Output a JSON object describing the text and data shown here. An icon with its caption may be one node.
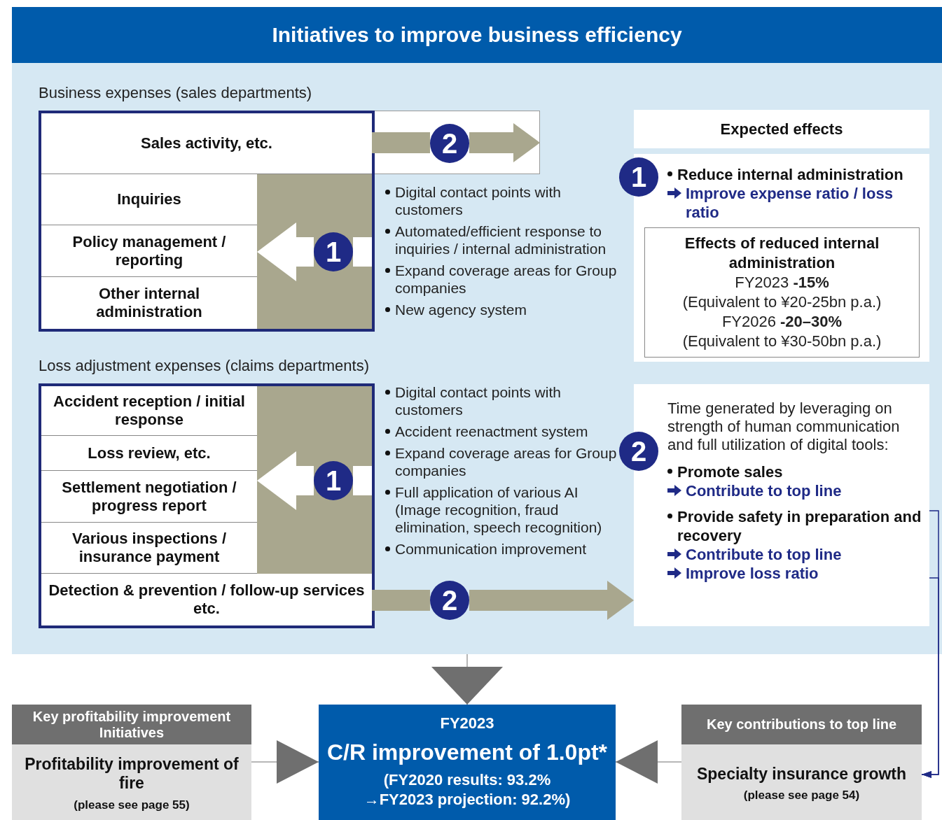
{
  "diagram": {
    "nodes": [
      {
        "text": [
          "Initiatives to improve business efficiency"
        ]
      },
      {
        "text": [
          "Business expenses (sales departments)"
        ],
        "in": 0
      },
      {
        "text": [
          "Sales activity, etc."
        ],
        "in": 1
      },
      {
        "text": [
          "Inquiries"
        ],
        "in": 1
      },
      {
        "text": [
          "Policy management / reporting"
        ],
        "in": 1
      },
      {
        "text": [
          "Other internal administration"
        ],
        "in": 1
      },
      {
        "text": [
          "Expected effects"
        ],
        "in": 0
      },
      {
        "text": [
          "Reduce internal administration",
          "Improve expense ratio / loss ratio"
        ],
        "in": 0
      },
      {
        "text": [
          "1"
        ],
        "in": 0
      },
      {
        "text": [
          "Effects of reduced internal administration",
          "FY2023 **-15%**",
          "(Equivalent to ¥20-25bn p.a.)",
          "FY2026 **-20–30%**",
          "(Equivalent to ¥30-50bn p.a.)"
        ],
        "in": 7
      },
      {
        "text": [
          "Loss adjustment expenses (claims departments)"
        ],
        "in": 0
      },
      {
        "text": [
          "Accident reception / initial response"
        ],
        "in": 10
      },
      {
        "text": [
          "Loss review, etc."
        ],
        "in": 10
      },
      {
        "text": [
          "Settlement negotiation / progress report"
        ],
        "in": 10
      },
      {
        "text": [
          "Various inspections / insurance payment"
        ],
        "in": 10
      },
      {
        "text": [
          "Detection & prevention / follow-up services etc."
        ],
        "in": 10
      },
      {
        "text": [
          "Time generated by leveraging on strength of human communication and full utilization of digital tools:",
          "Promote sales",
          "Contribute to top line",
          "Provide safety in preparation and recovery",
          "Contribute to top line",
          "Improve loss ratio"
        ],
        "in": 0
      },
      {
        "text": [
          "2"
        ],
        "in": 0
      },
      {
        "text": [
          "Key profitability improvement Initiatives",
          "Profitability improvement of fire",
          "(please see page 55)"
        ]
      },
      {
        "text": [
          "FY2023",
          "C/R improvement of 1.0pt*",
          "(FY2020 results: 93.2% →FY2023 projection: 92.2%)"
        ]
      },
      {
        "text": [
          "Key contributions to top line",
          "Specialty insurance growth",
          "(please see page 54)"
        ]
      },
      {
        "text": [
          "2"
        ],
        "in": 25
      },
      {
        "text": [
          "1"
        ],
        "in": 1
      },
      {
        "text": [
          "1"
        ],
        "in": 10
      },
      {
        "text": [
          "2"
        ],
        "in": 0
      },
      {
        "text": [],
        "shape": "box",
        "in": 0
      }
    ],
    "edges": [
      {
        "from": 2,
        "to": 21,
        "arrow": "none",
        "color": "#a9a78e"
      },
      {
        "from": 21,
        "to": 25,
        "arrow": "to",
        "color": "#a9a78e"
      },
      {
        "from": null,
        "to": 22,
        "arrow": "none",
        "color": "#ffffff"
      },
      {
        "from": 22,
        "to": 4,
        "arrow": "to",
        "color": "#ffffff"
      },
      {
        "from": null,
        "to": 23,
        "arrow": "none",
        "color": "#ffffff"
      },
      {
        "from": 23,
        "to": 13,
        "arrow": "to",
        "color": "#ffffff"
      },
      {
        "from": 15,
        "to": 24,
        "arrow": "none",
        "color": "#a9a78e"
      },
      {
        "from": 24,
        "to": 16,
        "arrow": "to",
        "color": "#a9a78e"
      },
      {
        "from": 16,
        "to": 20,
        "arrow": "to",
        "color": "#1f2a86"
      },
      {
        "from": 16,
        "to": 20,
        "arrow": "to",
        "color": "#1f2a86"
      },
      {
        "from": 0,
        "to": 19,
        "arrow": "to",
        "color": "#6f6f6f"
      },
      {
        "from": 18,
        "to": 19,
        "arrow": "to",
        "color": "#6f6f6f"
      },
      {
        "from": 20,
        "to": 19,
        "arrow": "to",
        "color": "#6f6f6f"
      }
    ],
    "labels": [
      "Digital contact points with customers",
      "Automated/efficient response to inquiries / internal administration",
      "Expand coverage areas for Group companies",
      "New agency system",
      "Digital contact points with customers",
      "Accident reenactment system",
      "Expand coverage areas for Group companies",
      "Full application of various AI (Image recognition, fraud elimination, speech recognition)",
      "Communication improvement"
    ]
  }
}
